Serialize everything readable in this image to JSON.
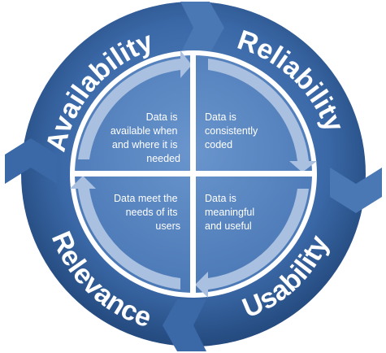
{
  "ring_labels": {
    "top_left": "Availability",
    "top_right": "Reliability",
    "bottom_right": "Usability",
    "bottom_left": "Relevance"
  },
  "quadrants": {
    "top_left": [
      "Data is",
      "available when",
      "and where it is",
      "needed"
    ],
    "top_right": [
      "Data is",
      "consistently",
      "coded"
    ],
    "bottom_left": [
      "Data meet the",
      "needs of its",
      "users"
    ],
    "bottom_right": [
      "Data is",
      "meaningful",
      "and useful"
    ]
  },
  "colors": {
    "ring": "#2f5b94",
    "ring_light": "#4a78b4",
    "inner": "#5b87c2",
    "inner_arrow": "#a9c0e0",
    "divider": "#ffffff"
  }
}
